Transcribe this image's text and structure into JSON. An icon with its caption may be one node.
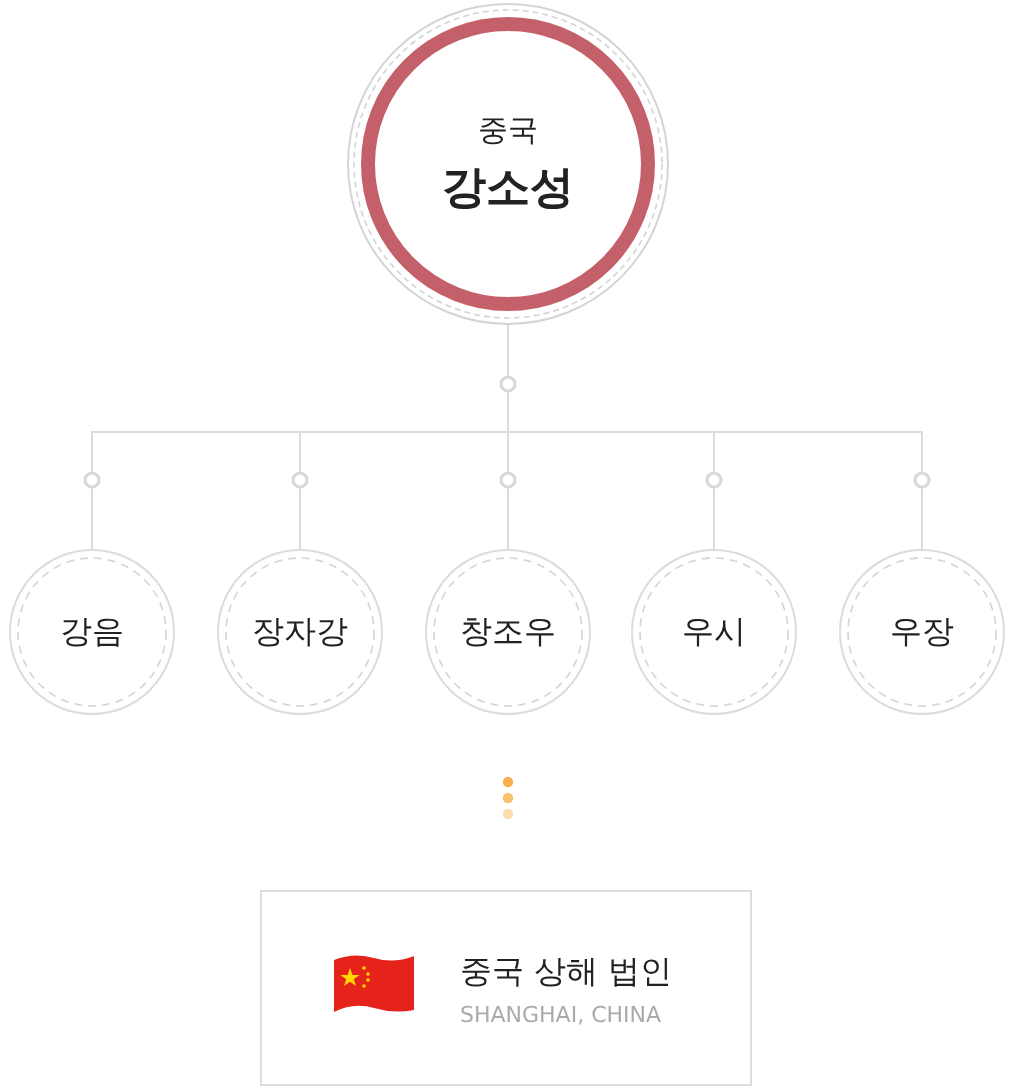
{
  "diagram": {
    "nodes": [
      {
        "text": [
          "중국",
          "강소성"
        ]
      },
      {
        "text": [
          "강음"
        ]
      },
      {
        "text": [
          "장자강"
        ]
      },
      {
        "text": [
          "창조우"
        ]
      },
      {
        "text": [
          "우시"
        ]
      },
      {
        "text": [
          "우장"
        ]
      },
      {
        "text": [
          "중국 상해 법인",
          "SHANGHAI, CHINA"
        ]
      }
    ],
    "edges": [
      {
        "from": 0,
        "to": 1,
        "arrow": "none"
      },
      {
        "from": 0,
        "to": 2,
        "arrow": "none"
      },
      {
        "from": 0,
        "to": 3,
        "arrow": "none"
      },
      {
        "from": 0,
        "to": 4,
        "arrow": "none"
      },
      {
        "from": 0,
        "to": 5,
        "arrow": "none"
      }
    ]
  }
}
